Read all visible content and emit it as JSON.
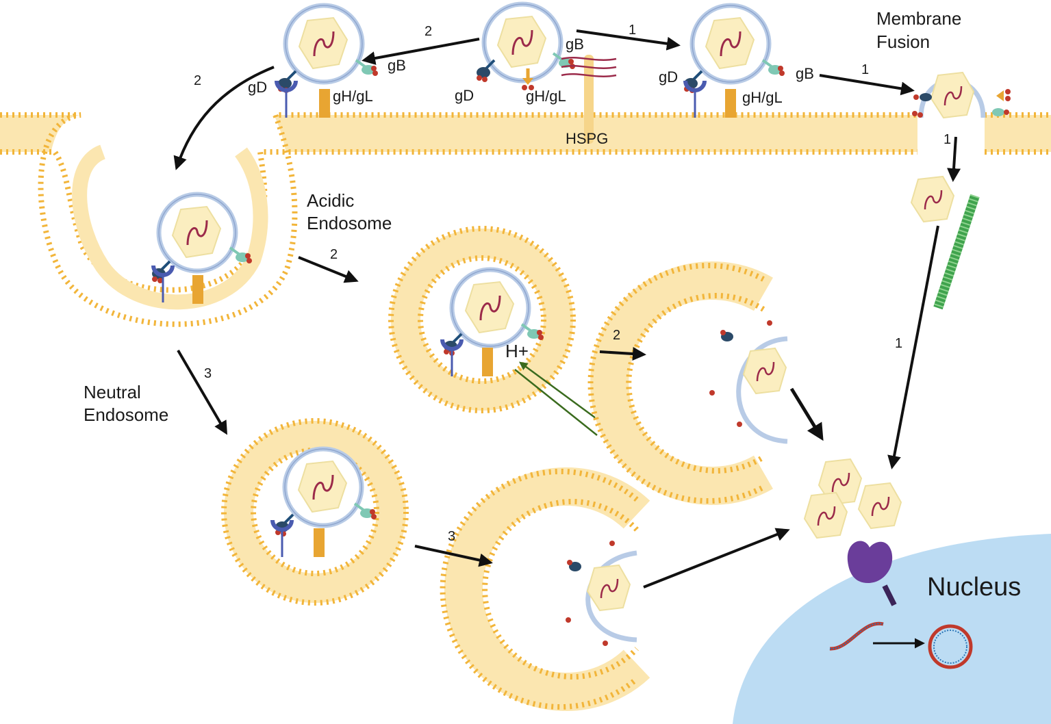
{
  "labels": {
    "membrane_fusion_1": "Membrane",
    "membrane_fusion_2": "Fusion",
    "acidic_1": "Acidic",
    "acidic_2": "Endosome",
    "neutral_1": "Neutral",
    "neutral_2": "Endosome",
    "nucleus": "Nucleus",
    "hspg": "HSPG",
    "h_plus": "H+",
    "gd": "gD",
    "gb": "gB",
    "ghgl": "gH/gL"
  },
  "pathway_numbers": {
    "one": "1",
    "two": "2",
    "three": "3"
  },
  "colors": {
    "membrane": "#f2b53a",
    "membrane_tail": "#fbe6b0",
    "nucleus": "#bcdcf3",
    "capsid": "#fbeec0",
    "dna": "#9b2a4a",
    "envelope": "#b8cbe6",
    "gd": "#1f4e79",
    "gb": "#7fc8b4",
    "ghgl": "#e8a532",
    "receptor": "#4a5bb0",
    "protein_red": "#c0392b",
    "tubulin": "#3fa34d",
    "nuclear_pore": "#6a3d9a",
    "h_arrow": "#3a6b1e",
    "arrow": "#111111"
  }
}
